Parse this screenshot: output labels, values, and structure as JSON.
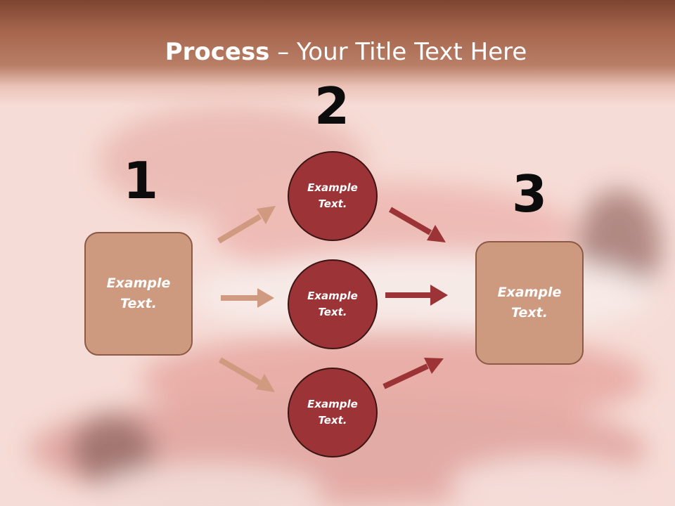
{
  "slide": {
    "title_bold": "Process",
    "title_rest": " – Your Title Text Here"
  },
  "diagram": {
    "step_numbers": [
      "1",
      "2",
      "3"
    ],
    "left_box": {
      "label_line1": "Example",
      "label_line2": "Text."
    },
    "right_box": {
      "label_line1": "Example",
      "label_line2": "Text."
    },
    "circles": [
      {
        "label_line1": "Example",
        "label_line2": "Text."
      },
      {
        "label_line1": "Example",
        "label_line2": "Text."
      },
      {
        "label_line1": "Example",
        "label_line2": "Text."
      }
    ]
  },
  "colors": {
    "title_band": "#a6664d",
    "box_fill": "#cd9a80",
    "box_border": "#8c5a45",
    "circle_fill": "#9b3337",
    "circle_border": "#3c1414",
    "left_arrow": "#cf9a80",
    "right_arrow": "#9b3337",
    "background": "#f6dcd6"
  }
}
